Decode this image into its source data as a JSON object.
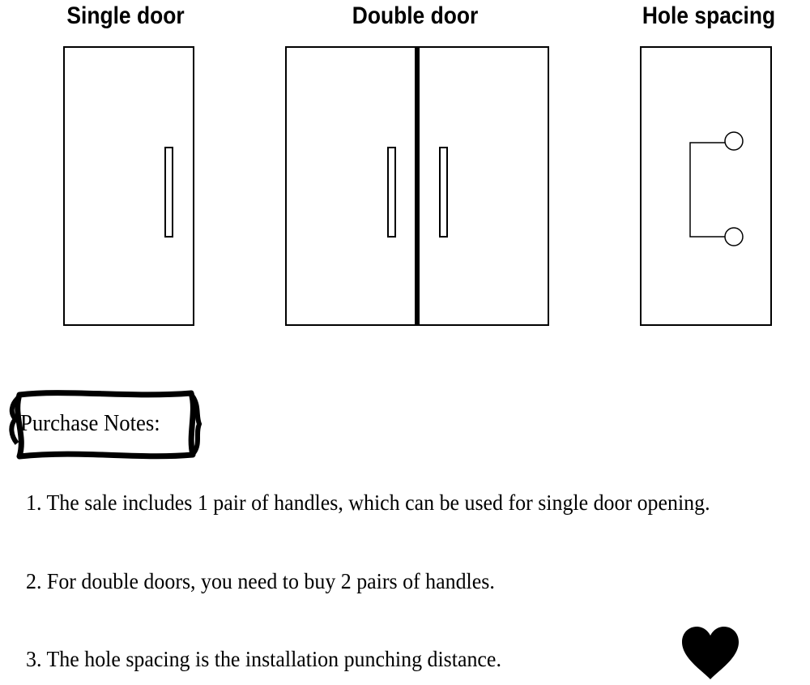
{
  "headings": {
    "single": "Single door",
    "double": "Double door",
    "hole": "Hole spacing"
  },
  "purchase_notes": {
    "title": "Purchase Notes:",
    "items": [
      "1. The sale includes 1 pair of handles, which can be used for single door opening.",
      "2. For double doors, you need to buy 2 pairs of handles.",
      "3. The hole spacing is the installation punching distance."
    ]
  },
  "icons": {
    "decoration": "heart-icon"
  },
  "colors": {
    "ink": "#000000",
    "background": "#ffffff"
  }
}
